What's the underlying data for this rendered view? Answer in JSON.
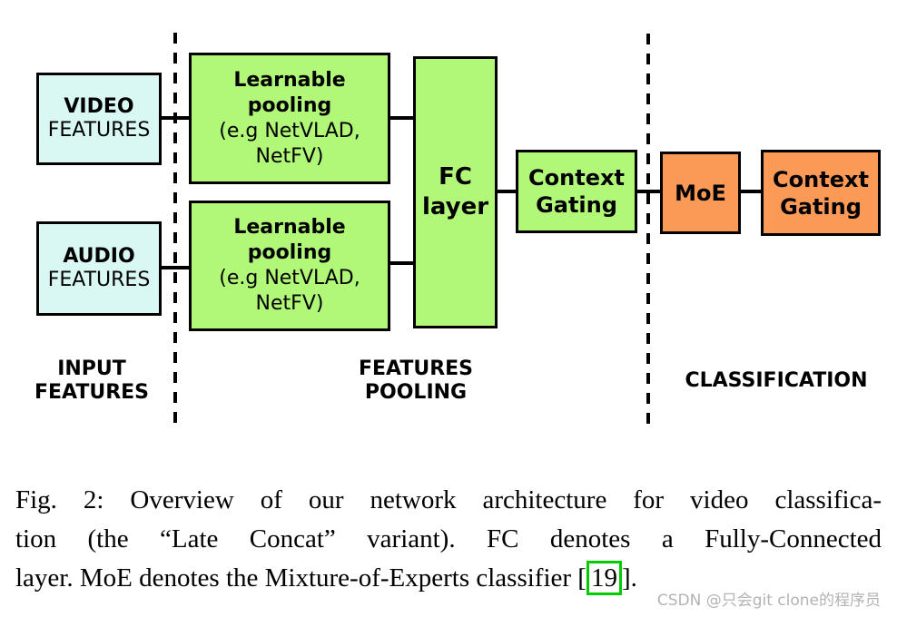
{
  "diagram": {
    "boxes": {
      "video": {
        "title": "VIDEO",
        "subtitle": "FEATURES"
      },
      "audio": {
        "title": "AUDIO",
        "subtitle": "FEATURES"
      },
      "pooling_video": {
        "bold1": "Learnable",
        "bold2": "pooling",
        "normal1": "(e.g NetVLAD,",
        "normal2": "NetFV)"
      },
      "pooling_audio": {
        "bold1": "Learnable",
        "bold2": "pooling",
        "normal1": "(e.g NetVLAD,",
        "normal2": "NetFV)"
      },
      "fc": {
        "line1": "FC",
        "line2": "layer"
      },
      "context_gating_green": {
        "line1": "Context",
        "line2": "Gating"
      },
      "moe": {
        "label": "MoE"
      },
      "context_gating_orange": {
        "line1": "Context",
        "line2": "Gating"
      }
    },
    "section_labels": {
      "input": {
        "line1": "INPUT",
        "line2": "FEATURES"
      },
      "pooling": {
        "line1": "FEATURES",
        "line2": "POOLING"
      },
      "classification": {
        "line1": "CLASSIFICATION"
      }
    },
    "colors": {
      "input_fill": "#d9f7f3",
      "pooling_fill": "#b2f878",
      "classifier_fill": "#fa9a56",
      "line": "#000000",
      "citation_highlight": "#00cc00"
    }
  },
  "caption": {
    "figure_label": "Fig. 2:",
    "line1": "Fig. 2: Overview of our network architecture for video classifica-",
    "line2": "tion (the “Late Concat” variant). FC denotes a Fully-Connected",
    "line3_prefix": "layer. MoE denotes the Mixture-of-Experts classifier [",
    "line3_citation": "19",
    "line3_suffix": "]."
  },
  "watermark": {
    "text": "CSDN @只会git clone的程序员"
  }
}
